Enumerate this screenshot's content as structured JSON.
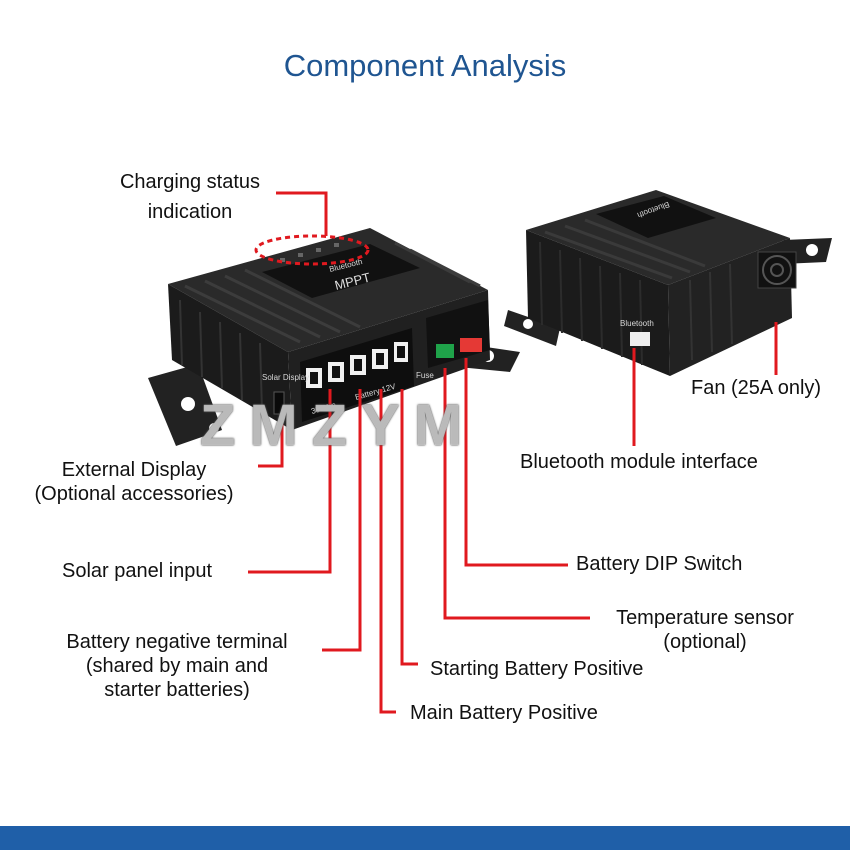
{
  "title": "Component Analysis",
  "labels": {
    "charging_status_line1": "Charging status",
    "charging_status_line2": "indication",
    "fan": "Fan (25A only)",
    "bluetooth_interface": "Bluetooth module interface",
    "external_display_line1": "External Display",
    "external_display_line2": "(Optional accessories)",
    "solar_input": "Solar panel input",
    "battery_dip": "Battery DIP Switch",
    "temp_sensor_line1": "Temperature sensor",
    "temp_sensor_line2": "(optional)",
    "battery_negative_line1": "Battery negative terminal",
    "battery_negative_line2": "(shared by main and",
    "battery_negative_line3": "starter batteries)",
    "starting_positive": "Starting Battery Positive",
    "main_positive": "Main Battery Positive"
  },
  "device_print": {
    "brand_bluetooth": "Bluetooth",
    "mppt": "MPPT",
    "solar_display": "Solar Display",
    "solar_rating": "350Wp",
    "battery_rating": "Battery 12V",
    "fuse": "Fuse",
    "bluetooth_port": "Bluetooth"
  },
  "watermark": "ZMZYM",
  "colors": {
    "title": "#1f5591",
    "leader_lines": "#e0191f",
    "device_body": "#1b1b1b",
    "bottom_bar": "#1f5fa8"
  }
}
